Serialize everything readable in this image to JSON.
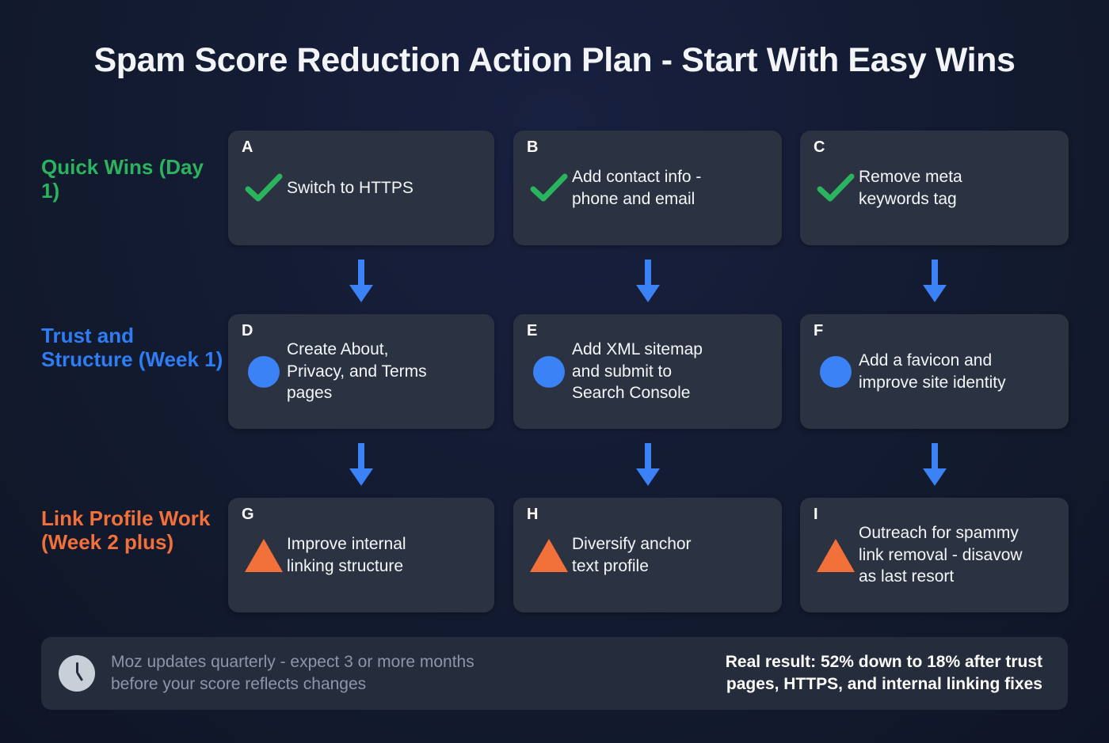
{
  "title": "Spam Score Reduction Action Plan - Start With Easy Wins",
  "colors": {
    "background": "#121a2e",
    "card": "#2b3342",
    "green": "#2bb45e",
    "blue": "#3b82f6",
    "orange": "#f2703a",
    "arrow": "#3b82f6",
    "footer_bar": "#252d3c",
    "muted_text": "#8c96a8"
  },
  "rows": [
    {
      "label": "Quick Wins\n(Day 1)",
      "label_color": "green",
      "icon": "check-icon",
      "cards": [
        {
          "letter": "A",
          "text": "Switch to HTTPS"
        },
        {
          "letter": "B",
          "text": "Add contact info -\nphone and email"
        },
        {
          "letter": "C",
          "text": "Remove meta\nkeywords tag"
        }
      ]
    },
    {
      "label": "Trust and\nStructure\n(Week 1)",
      "label_color": "blue",
      "icon": "circle-icon",
      "cards": [
        {
          "letter": "D",
          "text": "Create About,\nPrivacy, and Terms\npages"
        },
        {
          "letter": "E",
          "text": "Add XML sitemap\nand submit to\nSearch Console"
        },
        {
          "letter": "F",
          "text": "Add a favicon and\nimprove site identity"
        }
      ]
    },
    {
      "label": "Link Profile\nWork\n(Week 2 plus)",
      "label_color": "orange",
      "icon": "triangle-icon",
      "cards": [
        {
          "letter": "G",
          "text": "Improve internal\nlinking structure"
        },
        {
          "letter": "H",
          "text": "Diversify anchor\ntext profile"
        },
        {
          "letter": "I",
          "text": "Outreach for spammy\nlink removal - disavow\nas last resort"
        }
      ]
    }
  ],
  "footer": {
    "icon": "clock-icon",
    "note": "Moz updates quarterly - expect 3 or more months\nbefore your score reflects changes",
    "result": "Real result: 52% down to 18% after trust\npages, HTTPS, and internal linking fixes"
  }
}
